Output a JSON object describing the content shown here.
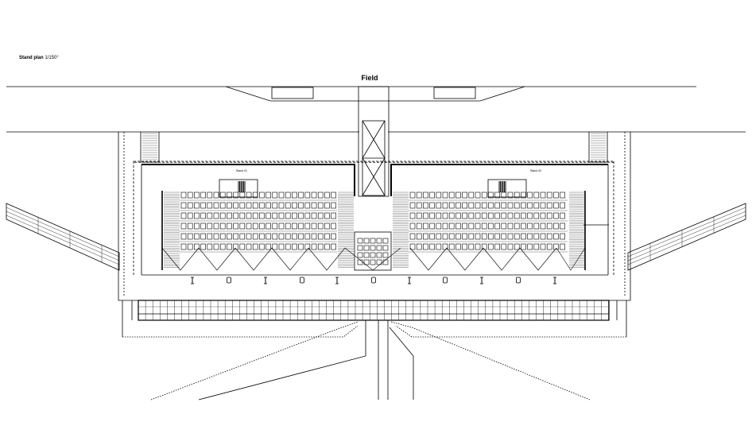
{
  "caption": {
    "bold": "Stand plan",
    "rest": " 1/150°"
  },
  "field_label": "Field",
  "stand_labels": [
    "Stand 01",
    "Stand 02"
  ],
  "colors": {
    "ink": "#000000",
    "paper": "#ffffff"
  }
}
